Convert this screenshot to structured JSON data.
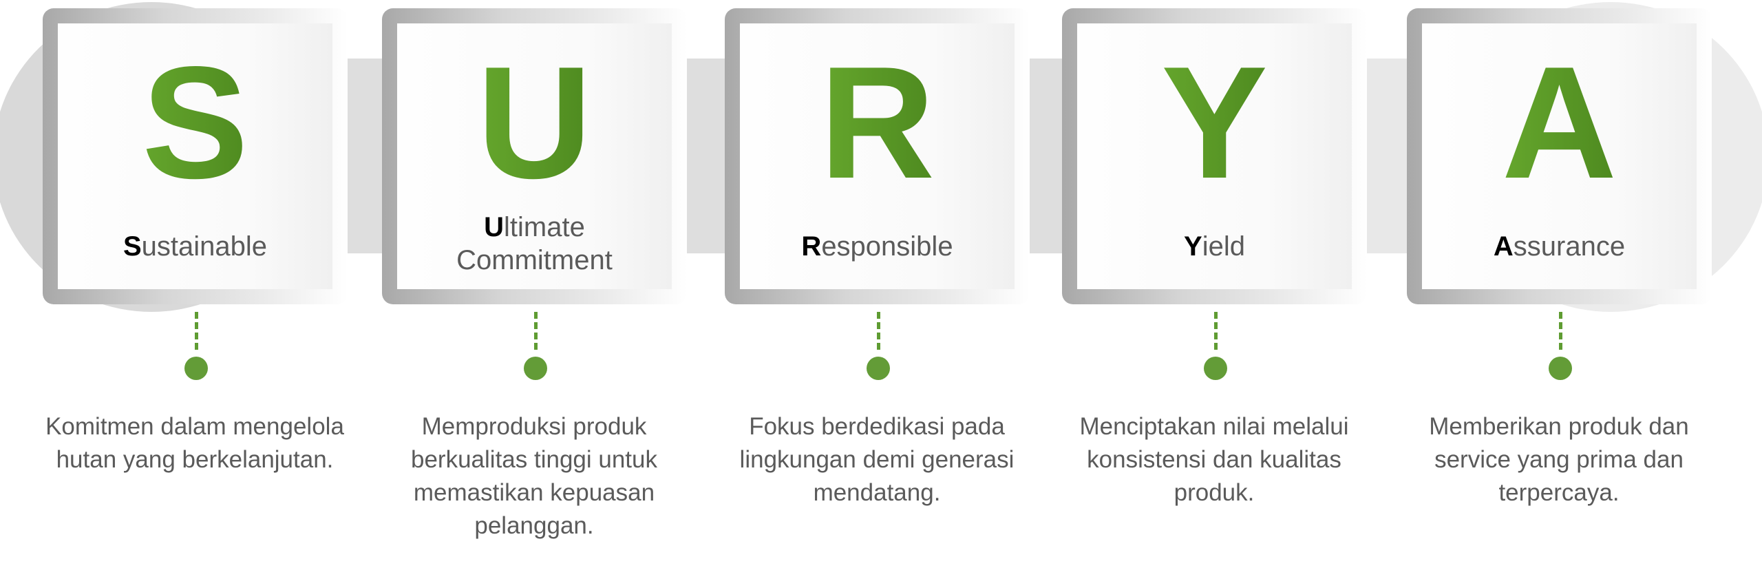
{
  "accent_color": "#639c37",
  "items": [
    {
      "letter": "S",
      "initial": "S",
      "rest": "ustainable",
      "desc": "Komitmen dalam mengelola hutan yang berkelanjutan."
    },
    {
      "letter": "U",
      "initial": "U",
      "rest": "ltimate Commitment",
      "desc": "Memproduksi produk berkualitas tinggi untuk memastikan kepuasan pelanggan."
    },
    {
      "letter": "R",
      "initial": "R",
      "rest": "esponsible",
      "desc": "Fokus berdedikasi pada lingkungan demi generasi mendatang."
    },
    {
      "letter": "Y",
      "initial": "Y",
      "rest": "ield",
      "desc": "Menciptakan nilai melalui konsistensi dan kualitas produk."
    },
    {
      "letter": "A",
      "initial": "A",
      "rest": "ssurance",
      "desc": "Memberikan produk dan service yang prima dan terpercaya."
    }
  ]
}
